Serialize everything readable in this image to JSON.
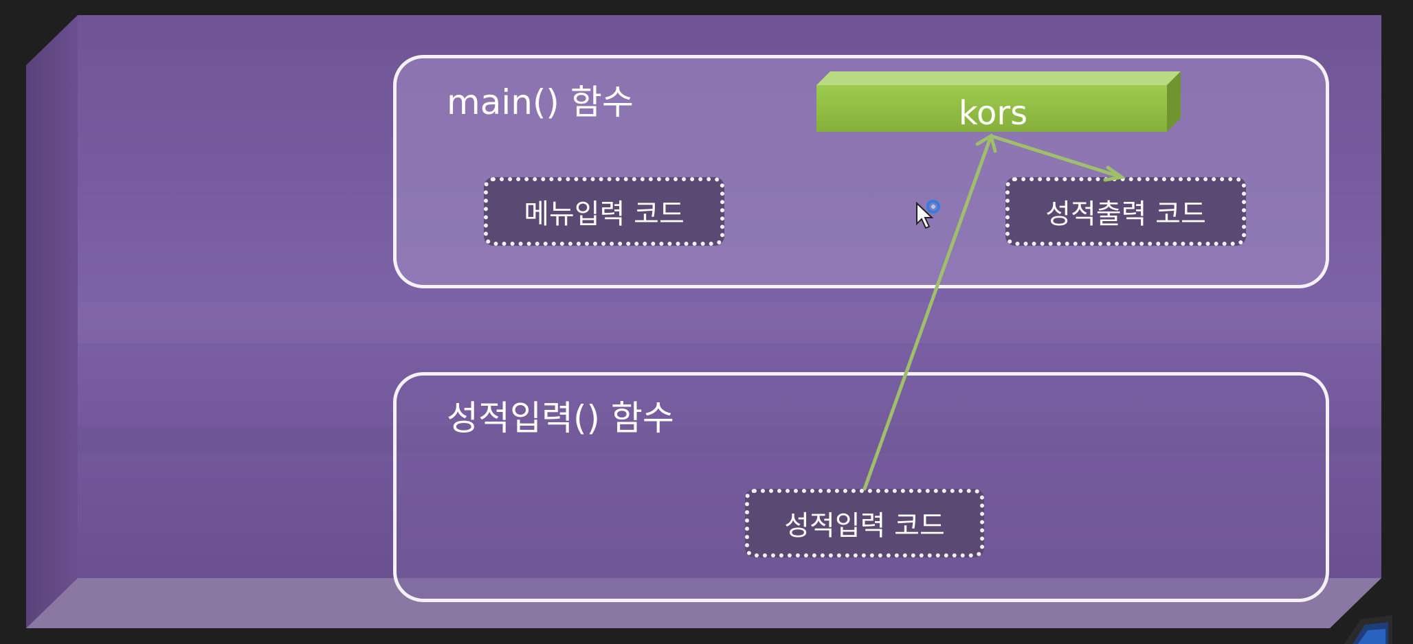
{
  "main_panel": {
    "title": "main() 함수",
    "menu_code_label": "메뉴입력 코드",
    "output_code_label": "성적출력 코드"
  },
  "variable": {
    "label": "kors",
    "color": "#8fb13c"
  },
  "input_panel": {
    "title": "성적입력() 함수",
    "input_code_label": "성적입력 코드"
  },
  "colors": {
    "slide_purple": "#7a5e9e",
    "arrow_green": "#9fbf6a"
  },
  "icons": {
    "cursor": "mouse-pointer-icon"
  }
}
